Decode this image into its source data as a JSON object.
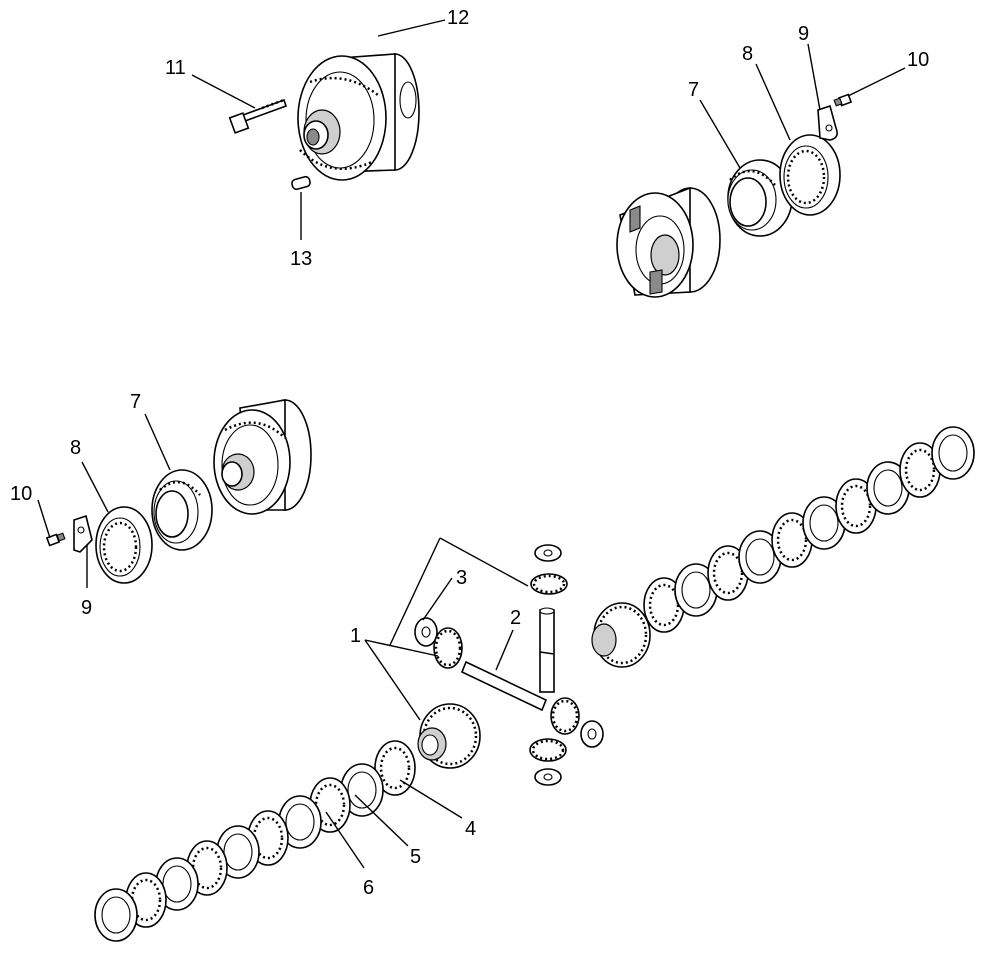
{
  "callouts": {
    "c1": "1",
    "c2": "2",
    "c3": "3",
    "c4": "4",
    "c5": "5",
    "c6": "6",
    "c7a": "7",
    "c7b": "7",
    "c8a": "8",
    "c8b": "8",
    "c9a": "9",
    "c9b": "9",
    "c10a": "10",
    "c10b": "10",
    "c11": "11",
    "c12": "12",
    "c13": "13"
  }
}
